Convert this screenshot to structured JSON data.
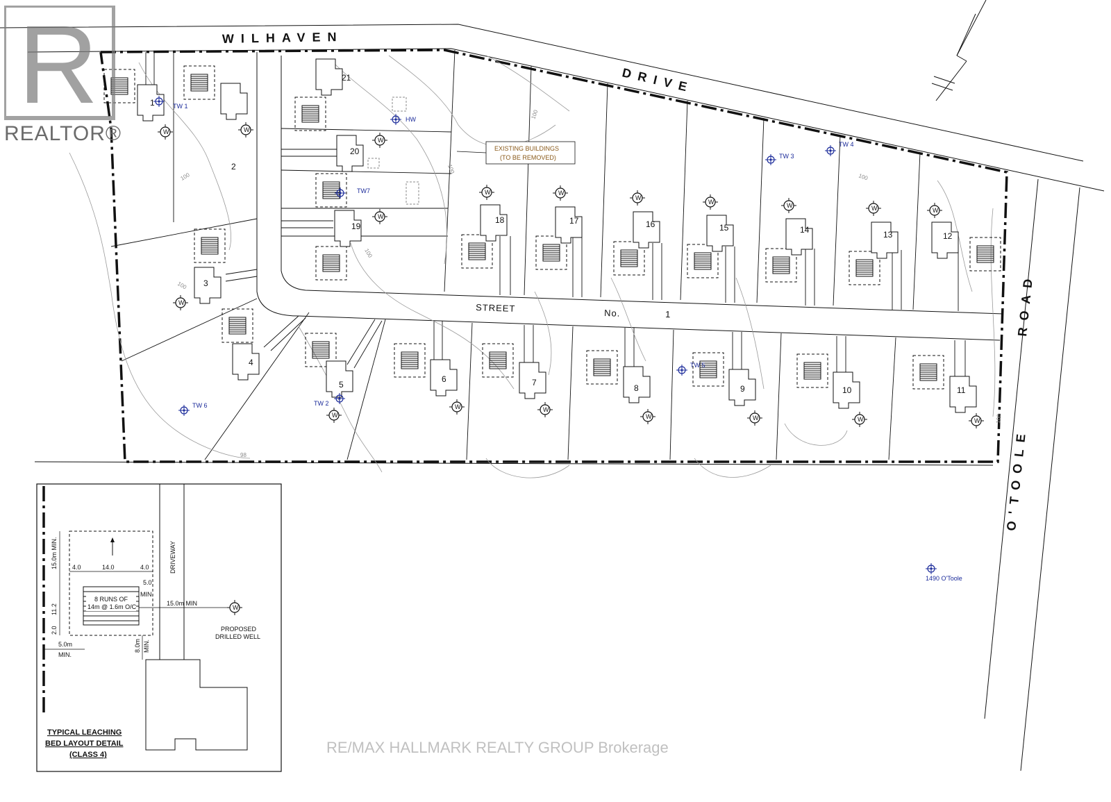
{
  "roads": {
    "north": "WILHAVEN",
    "north_cont": "DRIVE",
    "east_top": "ROAD",
    "east_bottom": "O'TOOLE",
    "internal_street_a": "STREET",
    "internal_street_b": "No.",
    "internal_street_c": "1"
  },
  "lots": [
    "1",
    "2",
    "3",
    "4",
    "5",
    "6",
    "7",
    "8",
    "9",
    "10",
    "11",
    "12",
    "13",
    "14",
    "15",
    "16",
    "17",
    "18",
    "19",
    "20",
    "21"
  ],
  "test_wells": [
    "TW 1",
    "TW 2",
    "TW 3",
    "TW 4",
    "TW 5",
    "TW 6",
    "TW7",
    "HW",
    "1490 O'Toole"
  ],
  "contours": [
    "100",
    "100",
    "100",
    "100",
    "100",
    "100",
    "98",
    "100"
  ],
  "callout": {
    "line1": "EXISTING BUILDINGS",
    "line2": "(TO BE REMOVED)"
  },
  "detail": {
    "title_line1": "TYPICAL LEACHING",
    "title_line2": "BED LAYOUT DETAIL",
    "title_line3": "(CLASS 4)",
    "driveway": "DRIVEWAY",
    "dim_left": "4.0",
    "dim_mid": "14.0",
    "dim_right": "4.0",
    "dim_vert_top": "15.0m MIN.",
    "dim_vert_mid": "11.2",
    "dim_vert_bot": "2.0",
    "dim_5m": "5.0",
    "dim_5m_min": "MIN.",
    "runs_line1": "8 RUNS OF",
    "runs_line2": "14m @ 1.6m O/C",
    "well_dist": "15.0m MIN",
    "well_label1": "PROPOSED",
    "well_label2": "DRILLED WELL",
    "dim_8m": "8.0m",
    "dim_8m_min": "MIN.",
    "dim_5m_left": "5.0m",
    "dim_5m_left_min": "MIN.",
    "well_symbol": "W"
  },
  "well_symbol": "W",
  "branding": {
    "realtor": "REALTOR®",
    "realtor_letter": "R",
    "watermark": "RE/MAX HALLMARK REALTY GROUP Brokerage"
  }
}
